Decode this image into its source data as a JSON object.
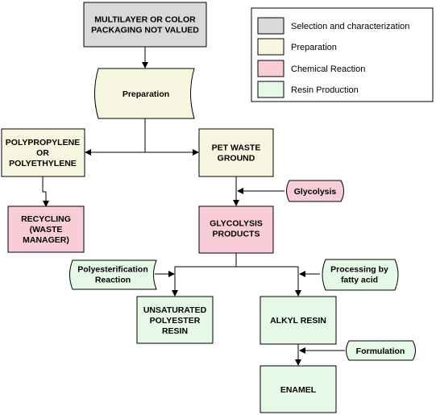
{
  "colors": {
    "selection": "#d9d9d9",
    "preparation": "#f7f7e1",
    "chemical_reaction": "#f8cdd8",
    "resin_production": "#e6f9e6",
    "border": "#000000"
  },
  "legend": {
    "items": [
      {
        "label": "Selection and characterization",
        "color_key": "selection"
      },
      {
        "label": "Preparation",
        "color_key": "preparation"
      },
      {
        "label": "Chemical Reaction",
        "color_key": "chemical_reaction"
      },
      {
        "label": "Resin Production",
        "color_key": "resin_production"
      }
    ]
  },
  "nodes": {
    "multilayer": {
      "lines": [
        "MULTILAYER OR COLOR",
        "PACKAGING NOT VALUED"
      ]
    },
    "preparation": {
      "lines": [
        "Preparation"
      ]
    },
    "polypropylene": {
      "lines": [
        "POLYPROPYLENE",
        "OR",
        "POLYETHYLENE"
      ]
    },
    "pet_waste": {
      "lines": [
        "PET WASTE",
        "GROUND"
      ]
    },
    "glycolysis": {
      "lines": [
        "Glycolysis"
      ]
    },
    "recycling": {
      "lines": [
        "RECYCLING",
        "(WASTE",
        "MANAGER)"
      ]
    },
    "glycolysis_products": {
      "lines": [
        "GLYCOLYSIS",
        "PRODUCTS"
      ]
    },
    "polyesterification": {
      "lines": [
        "Polyesterification",
        "Reaction"
      ]
    },
    "fatty_acid": {
      "lines": [
        "Processing by",
        "fatty acid"
      ]
    },
    "unsaturated": {
      "lines": [
        "UNSATURATED",
        "POLYESTER",
        "RESIN"
      ]
    },
    "alkyl": {
      "lines": [
        "ALKYL RESIN"
      ]
    },
    "formulation": {
      "lines": [
        "Formulation"
      ]
    },
    "enamel": {
      "lines": [
        "ENAMEL"
      ]
    }
  }
}
